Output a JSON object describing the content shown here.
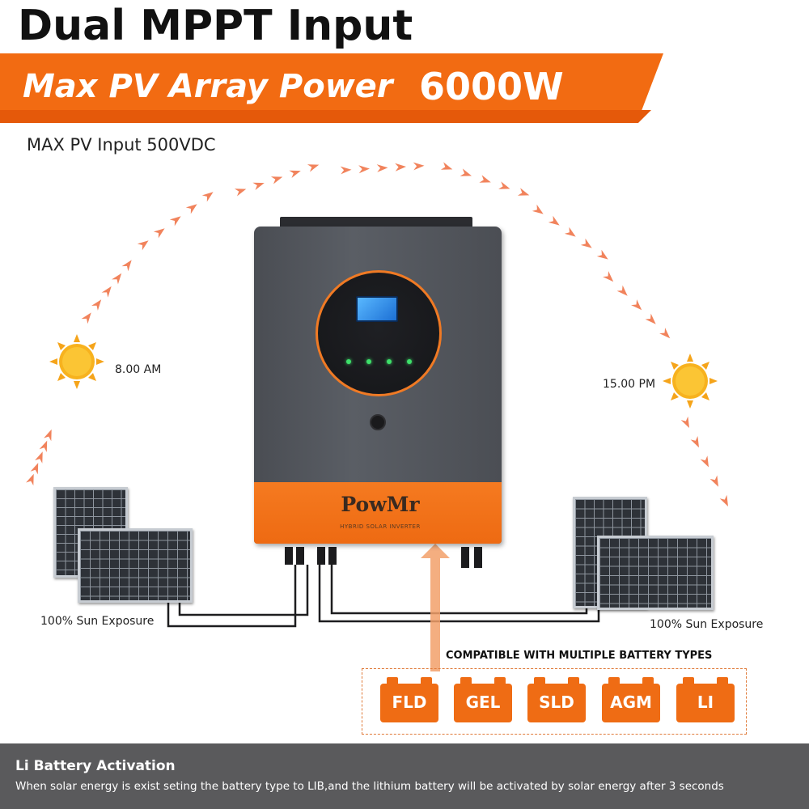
{
  "header": {
    "title": "Dual MPPT Input",
    "banner_label": "Max PV Array Power",
    "banner_value": "6000W",
    "subtitle": "MAX PV Input 500VDC"
  },
  "sun": {
    "morning_time": "8.00 AM",
    "afternoon_time": "15.00 PM"
  },
  "panels": {
    "left_label": "100% Sun Exposure",
    "right_label": "100% Sun Exposure"
  },
  "inverter": {
    "brand": "PowMr",
    "subtitle": "HYBRID SOLAR INVERTER"
  },
  "compatibility": {
    "title": "COMPATIBLE WITH MULTIPLE BATTERY TYPES",
    "types": [
      "FLD",
      "GEL",
      "SLD",
      "AGM",
      "LI"
    ]
  },
  "footer": {
    "title": "Li Battery Activation",
    "text": "When solar energy is exist seting the battery type to LIB,and the lithium battery will be activated by solar energy after 3 seconds"
  },
  "colors": {
    "accent": "#f26b12",
    "footer_bg": "#5a5a5c"
  }
}
